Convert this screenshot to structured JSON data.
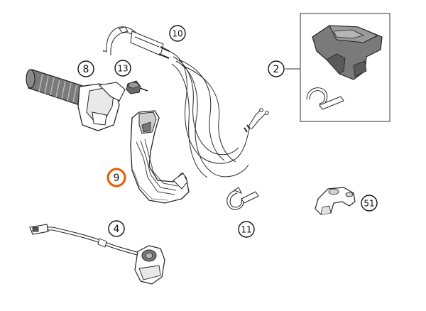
{
  "colors": {
    "line": "#2a2a2a",
    "part_fill": "#ffffff",
    "dark_fill": "#6e6e6e",
    "mid_fill": "#9a9a9a",
    "light_fill": "#cfcfcf",
    "highlight": "#e65c00"
  },
  "callouts": {
    "c8": {
      "label": "8"
    },
    "c13": {
      "label": "13"
    },
    "c10": {
      "label": "10"
    },
    "c2": {
      "label": "2"
    },
    "c9": {
      "label": "9"
    },
    "c11": {
      "label": "11"
    },
    "c51": {
      "label": "51"
    },
    "c4": {
      "label": "4"
    }
  }
}
